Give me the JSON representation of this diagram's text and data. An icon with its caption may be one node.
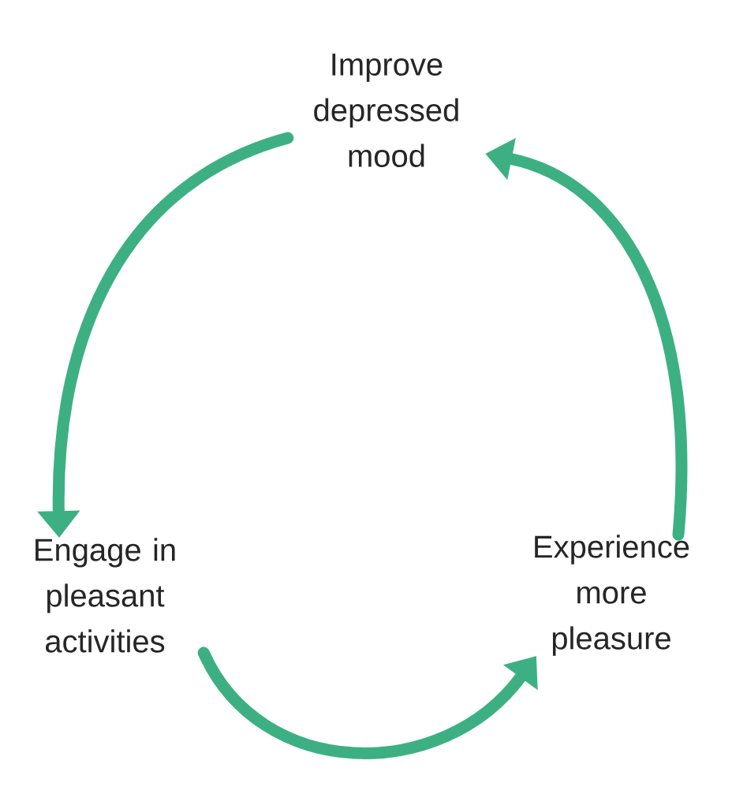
{
  "diagram": {
    "nodes": [
      {
        "text": [
          "Improve depressed mood"
        ]
      },
      {
        "text": [
          "Engage in pleasant activities"
        ]
      },
      {
        "text": [
          "Experience more pleasure"
        ]
      }
    ],
    "edges": [
      {
        "from": 0,
        "to": 1,
        "arrow": "to"
      },
      {
        "from": 1,
        "to": 2,
        "arrow": "to"
      },
      {
        "from": 2,
        "to": 0,
        "arrow": "to"
      }
    ]
  }
}
